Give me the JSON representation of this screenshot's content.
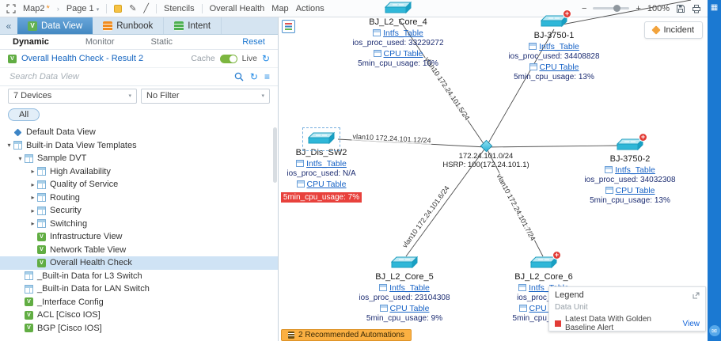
{
  "topbar": {
    "map_title": "Map2",
    "unsaved_marker": "*",
    "page_label": "Page 1",
    "menus": [
      "Stencils",
      "Overall Health",
      "Map",
      "Actions"
    ],
    "zoom_percent": "100%"
  },
  "icons": {
    "panel_collapse": "«",
    "refresh": "↻",
    "menu": "≡",
    "chevron_down": "▾",
    "breadcrumb_sep": "›",
    "minus": "−",
    "plus": "+",
    "expand_tree": "▾",
    "collapse_tree": "▸",
    "dvt_glyph": "V",
    "pencil": "✎",
    "line_tool": "╱",
    "mail": "✉",
    "apps": "▦",
    "alert_plus": "+"
  },
  "panel": {
    "tabs": [
      {
        "label": "Data View",
        "active": true
      },
      {
        "label": "Runbook",
        "active": false
      },
      {
        "label": "Intent",
        "active": false
      }
    ],
    "subtabs": [
      "Dynamic",
      "Monitor",
      "Static"
    ],
    "reset": "Reset",
    "result_title": "Overall Health Check - Result 2",
    "cache_label": "Cache",
    "live_label": "Live",
    "search_placeholder": "Search Data View",
    "device_filter": "7 Devices",
    "data_filter": "No Filter",
    "all_label": "All",
    "tree": [
      {
        "label": "Default Data View",
        "level": 1,
        "icon": "bullet"
      },
      {
        "label": "Built-in Data View Templates",
        "level": 0,
        "icon": "table",
        "state": "expanded"
      },
      {
        "label": "Sample DVT",
        "level": 1,
        "icon": "table",
        "state": "expanded"
      },
      {
        "label": "High Availability",
        "level": 2,
        "icon": "table",
        "state": "collapsed"
      },
      {
        "label": "Quality of Service",
        "level": 2,
        "icon": "table",
        "state": "collapsed"
      },
      {
        "label": "Routing",
        "level": 2,
        "icon": "table",
        "state": "collapsed"
      },
      {
        "label": "Security",
        "level": 2,
        "icon": "table",
        "state": "collapsed"
      },
      {
        "label": "Switching",
        "level": 2,
        "icon": "table",
        "state": "collapsed"
      },
      {
        "label": "Infrastructure View",
        "level": 2,
        "icon": "dvt"
      },
      {
        "label": "Network Table View",
        "level": 2,
        "icon": "dvt"
      },
      {
        "label": "Overall Health Check",
        "level": 2,
        "icon": "dvt",
        "selected": true
      },
      {
        "label": "_Built-in Data for L3 Switch",
        "level": 1,
        "icon": "table"
      },
      {
        "label": "_Built-in Data for LAN Switch",
        "level": 1,
        "icon": "table"
      },
      {
        "label": "_Interface Config",
        "level": 1,
        "icon": "dvt"
      },
      {
        "label": "ACL [Cisco IOS]",
        "level": 1,
        "icon": "dvt"
      },
      {
        "label": "BGP [Cisco IOS]",
        "level": 1,
        "icon": "dvt"
      }
    ]
  },
  "map": {
    "field_labels": {
      "intfs_table": "Intfs_Table",
      "cpu_table": "CPU Table",
      "ios_proc": "ios_proc_used:",
      "cpu_usage": "5min_cpu_usage:"
    },
    "devices": [
      {
        "name": "BJ_L2_Core_4",
        "ios_proc_value": "33229272",
        "cpu_value": "10%",
        "alert": false
      },
      {
        "name": "BJ-3750-1",
        "ios_proc_value": "34408828",
        "cpu_value": "13%",
        "alert": true
      },
      {
        "name": "BJ_Dis_SW2",
        "ios_proc_value": "N/A",
        "cpu_value": "7%",
        "alert": false,
        "cpu_alert": true,
        "selected": true
      },
      {
        "name": "BJ-3750-2",
        "ios_proc_value": "34032308",
        "cpu_value": "13%",
        "alert": true
      },
      {
        "name": "BJ_L2_Core_5",
        "ios_proc_value": "23104308",
        "cpu_value": "9%",
        "alert": false
      },
      {
        "name": "BJ_L2_Core_6",
        "ios_proc_value": "",
        "cpu_value": "",
        "alert": true
      }
    ],
    "center_node": {
      "subnet": "172.24.101.0/24",
      "hsrp": "HSRP: 100(172.24.101.1)"
    },
    "link_labels": [
      "vlan10 172.24.101.5/24",
      "vlan10 172.24.101.12/24",
      "vlan10 172.24.101.6/24",
      "vlan10 172.24.101.7/24"
    ],
    "incident_button": "Incident",
    "automation_count": "2",
    "automation_label": "Recommended Automations",
    "legend": {
      "title": "Legend",
      "section": "Data Unit",
      "item": "Latest Data With Golden Baseline Alert",
      "view_link": "View"
    }
  }
}
